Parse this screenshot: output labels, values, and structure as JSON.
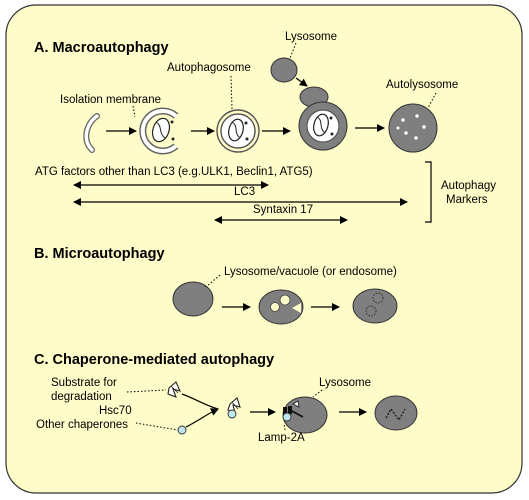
{
  "colors": {
    "panel_bg": "#fefcc8",
    "panel_border": "#333333",
    "organelle_fill": "#7f7f7f",
    "vesicle_fill": "#fdfbc9",
    "chaperone_fill": "#bfe7ef"
  },
  "sections": {
    "macro": {
      "heading": "A. Macroautophagy",
      "labels": {
        "isolation_membrane": "Isolation membrane",
        "autophagosome": "Autophagosome",
        "lysosome": "Lysosome",
        "autolysosome": "Autolysosome"
      },
      "markers": {
        "atg": "ATG factors other than LC3 (e.g.ULK1, Beclin1, ATG5)",
        "lc3": "LC3",
        "syntaxin": "Syntaxin 17",
        "bracket_label_line1": "Autophagy",
        "bracket_label_line2": "Markers"
      }
    },
    "micro": {
      "heading": "B. Microautophagy",
      "label": "Lysosome/vacuole (or endosome)"
    },
    "cma": {
      "heading": "C. Chaperone-mediated autophagy",
      "labels": {
        "substrate_line1": "Substrate for",
        "substrate_line2": "degradation",
        "hsc70": "Hsc70",
        "other_chaperones": "Other chaperones",
        "lysosome": "Lysosome",
        "lamp2a": "Lamp-2A"
      }
    }
  }
}
